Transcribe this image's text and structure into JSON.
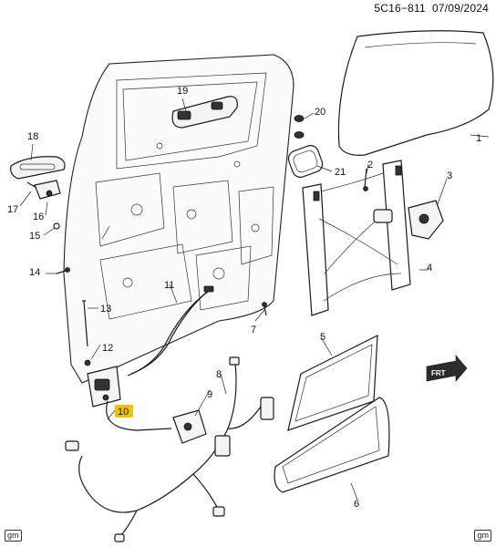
{
  "header": {
    "code": "5C16−811",
    "date": "07/09/2024"
  },
  "footer": {
    "left_logo": "gm",
    "right_logo": "gm"
  },
  "front_indicator": "FRT",
  "highlight_color": "#f2c200",
  "callouts": [
    "1",
    "2",
    "3",
    "4",
    "5",
    "6",
    "7",
    "8",
    "9",
    "10",
    "11",
    "12",
    "13",
    "14",
    "15",
    "16",
    "17",
    "18",
    "19",
    "20",
    "21"
  ],
  "highlighted_callout": "10"
}
